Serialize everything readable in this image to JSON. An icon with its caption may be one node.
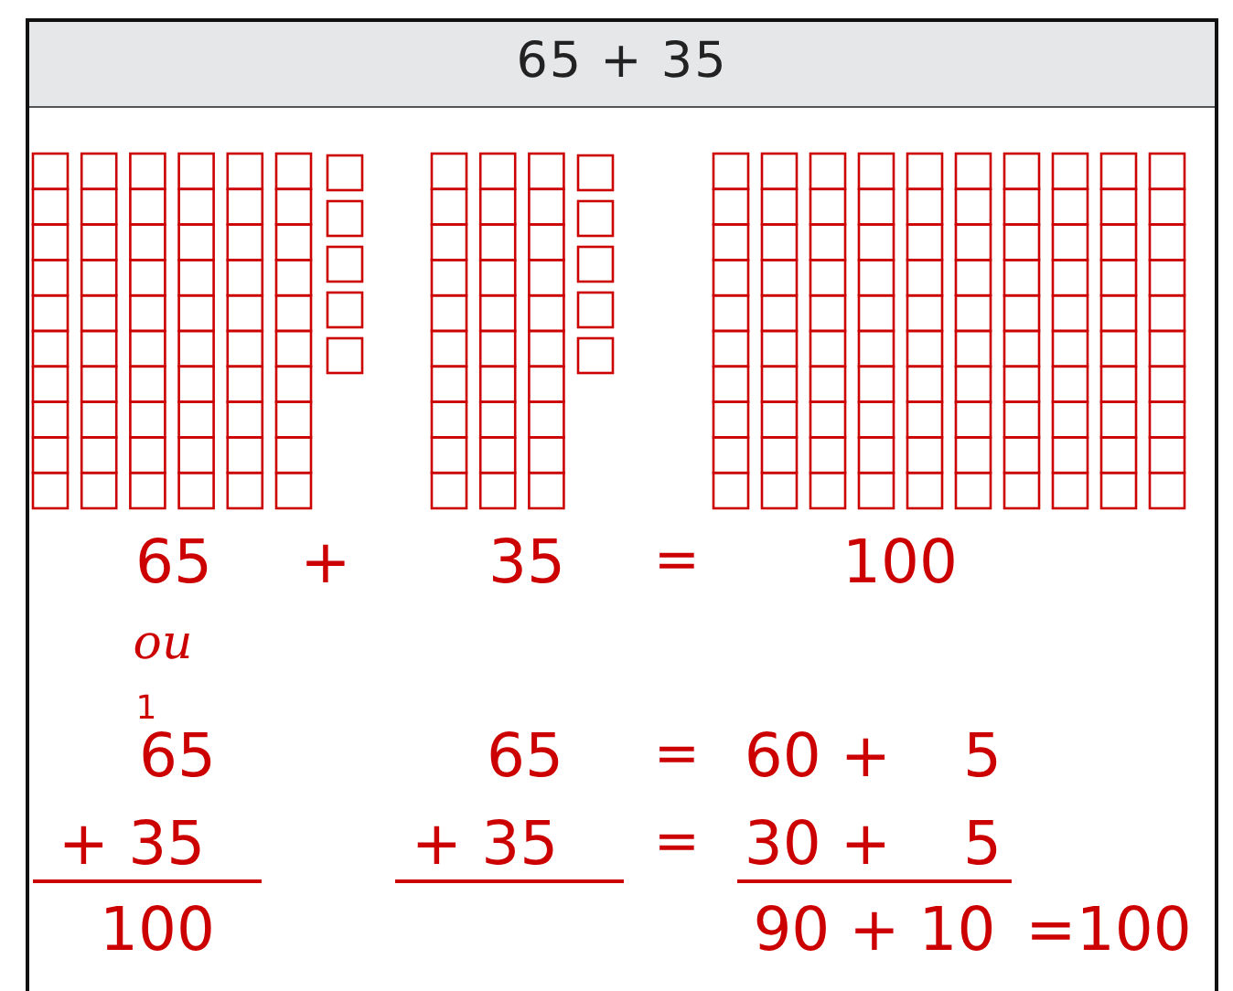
{
  "diagram": {
    "title": "65 + 35",
    "labels": [
      "65",
      "+",
      "35",
      "=",
      "100",
      "ou",
      "1",
      "65",
      "65",
      "=",
      "60 +",
      "5",
      "+ 35",
      "+ 35",
      "=",
      "30 +",
      "5",
      "100",
      "90 + 10",
      "=100"
    ]
  }
}
